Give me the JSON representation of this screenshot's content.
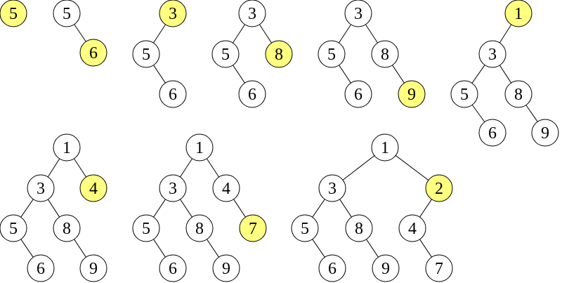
{
  "colors": {
    "highlight_fill": "#ffff80",
    "node_fill": "#ffffff",
    "stroke": "#000000"
  },
  "trees": [
    {
      "nodes": [
        {
          "id": "n5",
          "label": "5",
          "highlight": true
        }
      ],
      "edges": []
    },
    {
      "nodes": [
        {
          "id": "n5",
          "label": "5",
          "highlight": false
        },
        {
          "id": "n6",
          "label": "6",
          "highlight": true
        }
      ],
      "edges": [
        [
          "n5",
          "n6"
        ]
      ]
    },
    {
      "nodes": [
        {
          "id": "n3",
          "label": "3",
          "highlight": true
        },
        {
          "id": "n5",
          "label": "5",
          "highlight": false
        },
        {
          "id": "n6",
          "label": "6",
          "highlight": false
        }
      ],
      "edges": [
        [
          "n3",
          "n5"
        ],
        [
          "n5",
          "n6"
        ]
      ]
    },
    {
      "nodes": [
        {
          "id": "n3",
          "label": "3",
          "highlight": false
        },
        {
          "id": "n5",
          "label": "5",
          "highlight": false
        },
        {
          "id": "n8",
          "label": "8",
          "highlight": true
        },
        {
          "id": "n6",
          "label": "6",
          "highlight": false
        }
      ],
      "edges": [
        [
          "n3",
          "n5"
        ],
        [
          "n3",
          "n8"
        ],
        [
          "n5",
          "n6"
        ]
      ]
    },
    {
      "nodes": [
        {
          "id": "n3",
          "label": "3",
          "highlight": false
        },
        {
          "id": "n5",
          "label": "5",
          "highlight": false
        },
        {
          "id": "n8",
          "label": "8",
          "highlight": false
        },
        {
          "id": "n6",
          "label": "6",
          "highlight": false
        },
        {
          "id": "n9",
          "label": "9",
          "highlight": true
        }
      ],
      "edges": [
        [
          "n3",
          "n5"
        ],
        [
          "n3",
          "n8"
        ],
        [
          "n5",
          "n6"
        ],
        [
          "n8",
          "n9"
        ]
      ]
    },
    {
      "nodes": [
        {
          "id": "n1",
          "label": "1",
          "highlight": true
        },
        {
          "id": "n3",
          "label": "3",
          "highlight": false
        },
        {
          "id": "n5",
          "label": "5",
          "highlight": false
        },
        {
          "id": "n8",
          "label": "8",
          "highlight": false
        },
        {
          "id": "n6",
          "label": "6",
          "highlight": false
        },
        {
          "id": "n9",
          "label": "9",
          "highlight": false
        }
      ],
      "edges": [
        [
          "n1",
          "n3"
        ],
        [
          "n3",
          "n5"
        ],
        [
          "n3",
          "n8"
        ],
        [
          "n5",
          "n6"
        ],
        [
          "n8",
          "n9"
        ]
      ]
    },
    {
      "nodes": [
        {
          "id": "n1",
          "label": "1",
          "highlight": false
        },
        {
          "id": "n3",
          "label": "3",
          "highlight": false
        },
        {
          "id": "n4",
          "label": "4",
          "highlight": true
        },
        {
          "id": "n5",
          "label": "5",
          "highlight": false
        },
        {
          "id": "n8",
          "label": "8",
          "highlight": false
        },
        {
          "id": "n6",
          "label": "6",
          "highlight": false
        },
        {
          "id": "n9",
          "label": "9",
          "highlight": false
        }
      ],
      "edges": [
        [
          "n1",
          "n3"
        ],
        [
          "n1",
          "n4"
        ],
        [
          "n3",
          "n5"
        ],
        [
          "n3",
          "n8"
        ],
        [
          "n5",
          "n6"
        ],
        [
          "n8",
          "n9"
        ]
      ]
    },
    {
      "nodes": [
        {
          "id": "n1",
          "label": "1",
          "highlight": false
        },
        {
          "id": "n3",
          "label": "3",
          "highlight": false
        },
        {
          "id": "n4",
          "label": "4",
          "highlight": false
        },
        {
          "id": "n5",
          "label": "5",
          "highlight": false
        },
        {
          "id": "n8",
          "label": "8",
          "highlight": false
        },
        {
          "id": "n7",
          "label": "7",
          "highlight": true
        },
        {
          "id": "n6",
          "label": "6",
          "highlight": false
        },
        {
          "id": "n9",
          "label": "9",
          "highlight": false
        }
      ],
      "edges": [
        [
          "n1",
          "n3"
        ],
        [
          "n1",
          "n4"
        ],
        [
          "n3",
          "n5"
        ],
        [
          "n3",
          "n8"
        ],
        [
          "n4",
          "n7"
        ],
        [
          "n5",
          "n6"
        ],
        [
          "n8",
          "n9"
        ]
      ]
    },
    {
      "nodes": [
        {
          "id": "n1",
          "label": "1",
          "highlight": false
        },
        {
          "id": "n3",
          "label": "3",
          "highlight": false
        },
        {
          "id": "n2",
          "label": "2",
          "highlight": true
        },
        {
          "id": "n5",
          "label": "5",
          "highlight": false
        },
        {
          "id": "n8",
          "label": "8",
          "highlight": false
        },
        {
          "id": "n4",
          "label": "4",
          "highlight": false
        },
        {
          "id": "n6",
          "label": "6",
          "highlight": false
        },
        {
          "id": "n9",
          "label": "9",
          "highlight": false
        },
        {
          "id": "n7",
          "label": "7",
          "highlight": false
        }
      ],
      "edges": [
        [
          "n1",
          "n3"
        ],
        [
          "n1",
          "n2"
        ],
        [
          "n3",
          "n5"
        ],
        [
          "n3",
          "n8"
        ],
        [
          "n2",
          "n4"
        ],
        [
          "n5",
          "n6"
        ],
        [
          "n8",
          "n9"
        ],
        [
          "n4",
          "n7"
        ]
      ]
    }
  ]
}
